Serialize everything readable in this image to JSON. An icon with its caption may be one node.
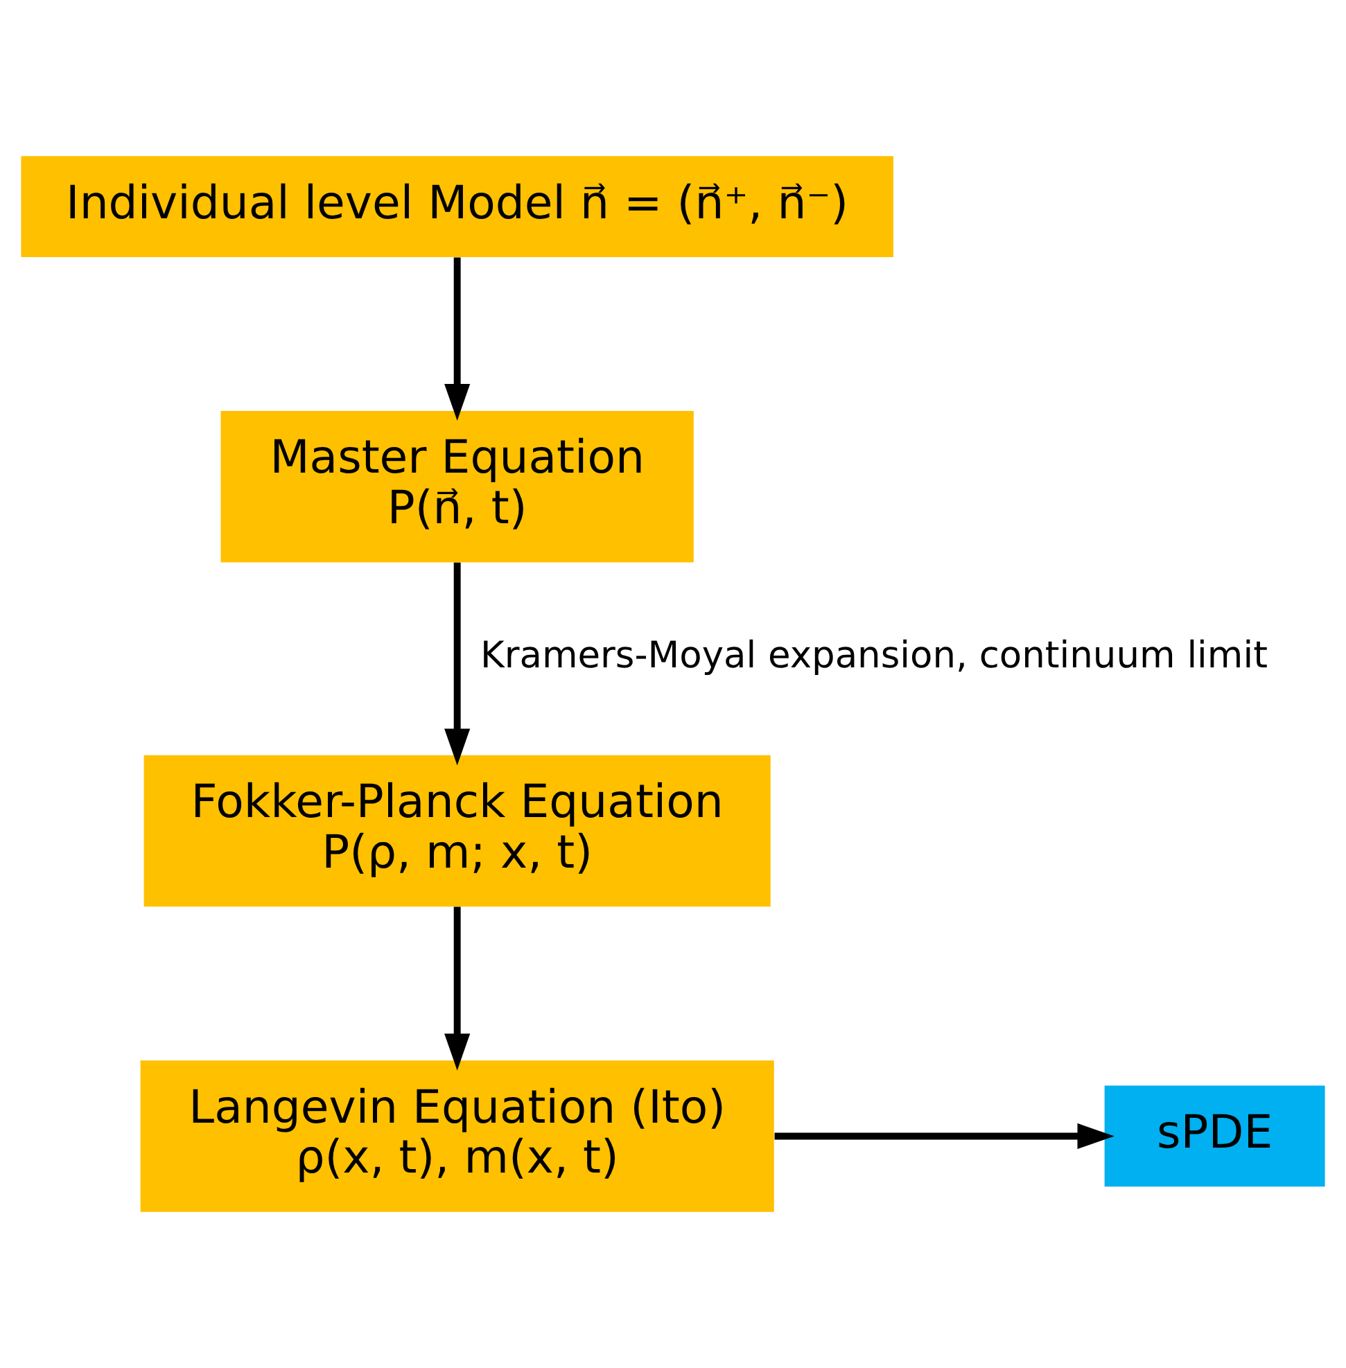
{
  "diagram": {
    "nodes": [
      {
        "text": [
          "Individual level Model n⃗ = (n⃗⁺, n⃗⁻)"
        ]
      },
      {
        "text": [
          "Master Equation",
          "P(n⃗, t)"
        ]
      },
      {
        "text": [
          "Fokker-Planck Equation",
          "P(ρ, m; x, t)"
        ]
      },
      {
        "text": [
          "Langevin Equation (Ito)",
          "ρ(x, t), m(x, t)"
        ]
      },
      {
        "text": [
          "sPDE"
        ]
      }
    ],
    "edges": [
      {
        "from": 0,
        "to": 1,
        "arrow": "to"
      },
      {
        "from": 1,
        "to": 2,
        "arrow": "to",
        "label": "Kramers-Moyal expansion, continuum limit"
      },
      {
        "from": 2,
        "to": 3,
        "arrow": "to"
      },
      {
        "from": 3,
        "to": 4,
        "arrow": "to"
      }
    ]
  }
}
